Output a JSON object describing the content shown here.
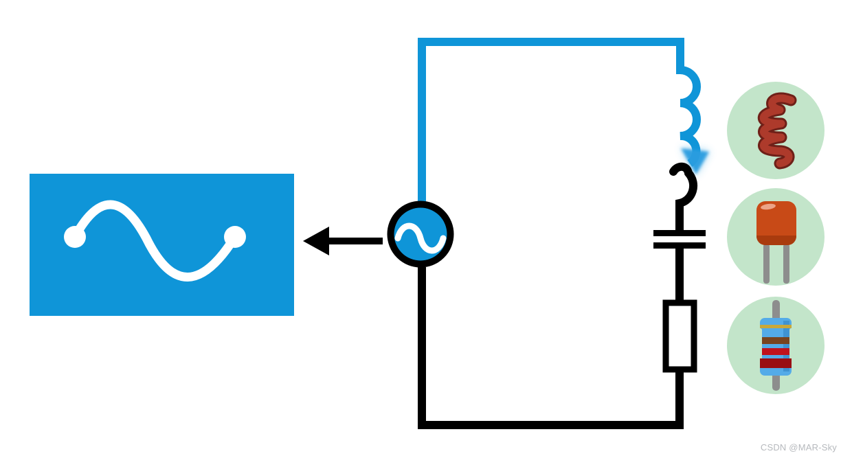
{
  "watermark": {
    "text": "CSDN @MAR-Sky",
    "color": "#b6b9bd"
  },
  "colors": {
    "background": "#ffffff",
    "active_wire": "#0f95d8",
    "inactive_wire": "#000000",
    "white": "#ffffff",
    "panel_blue": "#0f95d8",
    "flow_arrow_blue": "#2b9de0",
    "icon_bg": "#c3e5ca",
    "coil_red": "#ad3a2b",
    "coil_red_dark": "#6e2018",
    "cap_body": "#c84a17",
    "cap_body_dark": "#a93b0e",
    "cap_highlight": "#f2b49b",
    "lead_gray": "#8d8d8d",
    "resistor_body": "#54abe8",
    "resistor_body_dark": "#2d7fc0",
    "band_gold": "#c9a83a",
    "band_brown": "#78441f",
    "band_red": "#c0121c",
    "band_dark_red": "#990e13"
  },
  "diagram": {
    "source_icon": "ac-voltage-source-icon",
    "waveform_icon": "sine-wave-icon",
    "components": [
      {
        "id": "inductor",
        "icon": "inductor-coil-icon"
      },
      {
        "id": "capacitor",
        "icon": "ceramic-capacitor-icon"
      },
      {
        "id": "resistor",
        "icon": "resistor-icon"
      }
    ]
  }
}
